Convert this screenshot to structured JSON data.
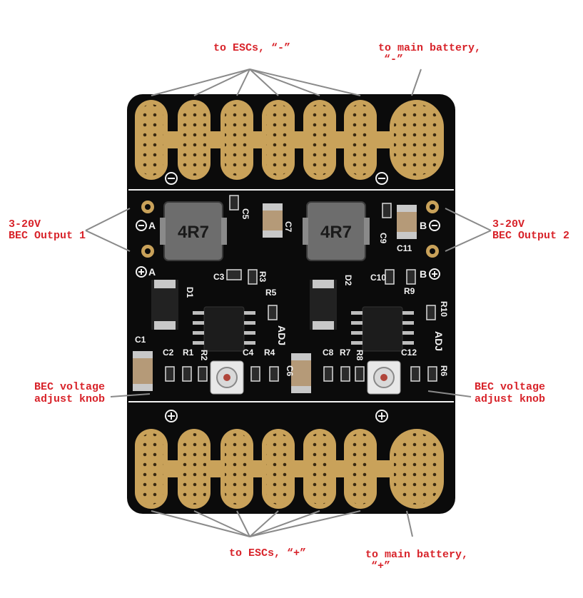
{
  "labels": {
    "esc_minus": "to ESCs, “-”",
    "batt_minus_1": "to main battery,",
    "batt_minus_2": "“-”",
    "bec1_1": "3-20V",
    "bec1_2": "BEC Output 1",
    "bec2_1": "3-20V",
    "bec2_2": "BEC Output 2",
    "knob_l_1": "BEC voltage",
    "knob_l_2": "adjust knob",
    "knob_r_1": "BEC voltage",
    "knob_r_2": "adjust knob",
    "esc_plus": "to ESCs, “+”",
    "batt_plus_1": "to main battery,",
    "batt_plus_2": "“+”"
  },
  "board": {
    "inductor_left": "4R7",
    "inductor_right": "4R7",
    "pad_a_minus": "A",
    "pad_a_plus": "A",
    "pad_b_minus": "B",
    "pad_b_plus": "B",
    "adj_left": "ADJ",
    "adj_right": "ADJ",
    "silk": {
      "C5": "C5",
      "C7": "C7",
      "C9": "C9",
      "C11": "C11",
      "C3": "C3",
      "R3": "R3",
      "C10": "C10",
      "R9": "R9",
      "D1": "D1",
      "D2": "D2",
      "R5": "R5",
      "R10": "R10",
      "C1": "C1",
      "C2": "C2",
      "R1": "R1",
      "R2": "R2",
      "C4": "C4",
      "R4": "R4",
      "C6": "C6",
      "C8": "C8",
      "R7": "R7",
      "R8": "R8",
      "C12": "C12",
      "R6": "R6"
    }
  },
  "colors": {
    "label": "#d8232a",
    "pcb": "#0b0b0b",
    "gold": "#c9a25a",
    "silk": "#f2f2f2",
    "leader": "#8a8a8a"
  }
}
